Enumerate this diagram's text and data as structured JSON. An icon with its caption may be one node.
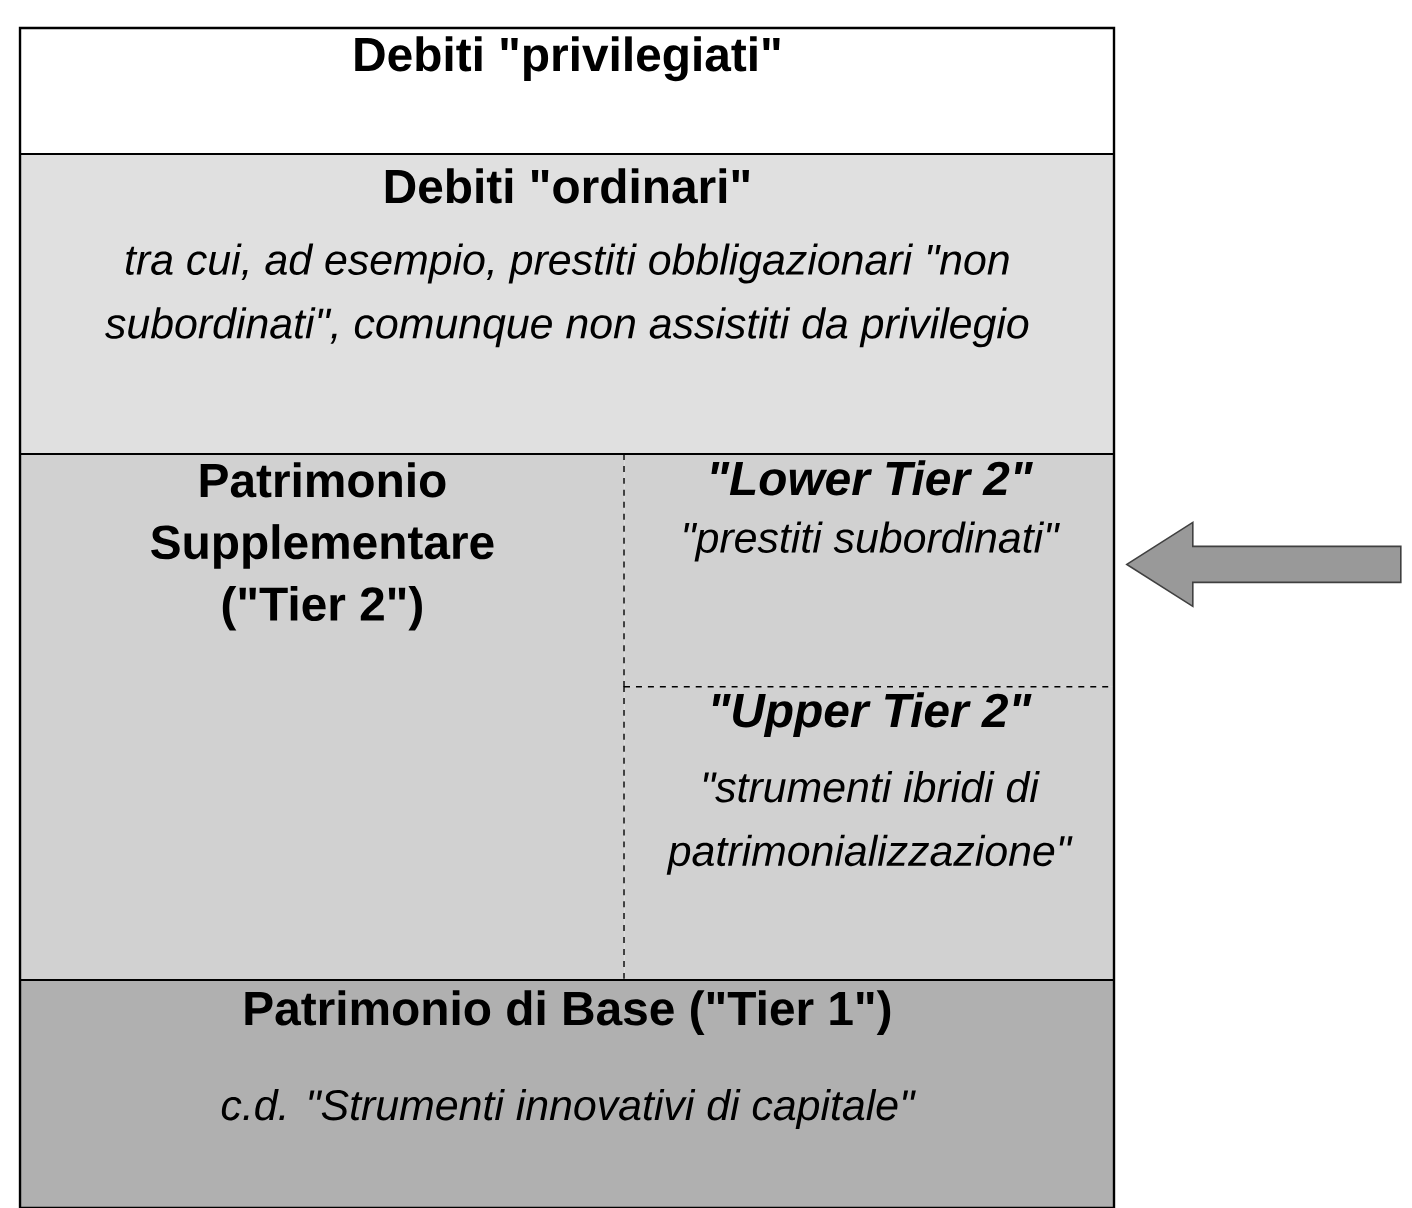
{
  "diagram": {
    "nodes": [
      {
        "text": [
          "Debiti \"privilegiati\""
        ]
      },
      {
        "text": [
          "Debiti \"ordinari\"",
          "tra cui, ad esempio, prestiti obbligazionari \"non subordinati\", comunque non assistiti da privilegio"
        ]
      },
      {
        "text": [
          "Patrimonio Supplementare (\"Tier 2\")"
        ]
      },
      {
        "text": [
          "\"Lower Tier 2\"",
          "\"prestiti subordinati\""
        ]
      },
      {
        "text": [
          "\"Upper Tier 2\"",
          "\"strumenti ibridi di patrimonializzazione\""
        ]
      },
      {
        "text": [
          "Patrimonio di Base (\"Tier 1\")",
          "c.d. \"Strumenti innovativi di capitale\""
        ]
      }
    ],
    "edges": [
      {
        "from": null,
        "to": 3,
        "arrow": "to"
      }
    ]
  }
}
